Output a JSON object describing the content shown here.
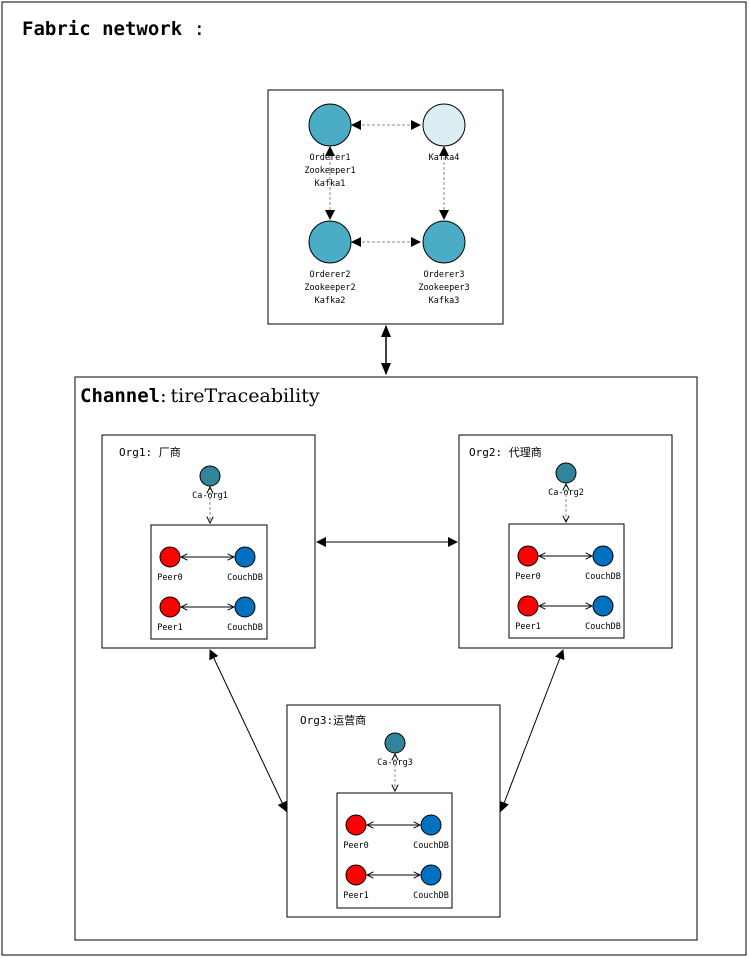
{
  "title": {
    "bold": "Fabric network",
    "suffix": " :"
  },
  "orderer_cluster": {
    "nodes": [
      {
        "lines": [
          "Orderer1",
          "Zookeeper1",
          "Kafka1"
        ],
        "color": "#4bacc6"
      },
      {
        "lines": [
          "Kafka4"
        ],
        "color": "#dbeef3"
      },
      {
        "lines": [
          "Orderer2",
          "Zookeeper2",
          "Kafka2"
        ],
        "color": "#4bacc6"
      },
      {
        "lines": [
          "Orderer3",
          "Zookeeper3",
          "Kafka3"
        ],
        "color": "#4bacc6"
      }
    ]
  },
  "channel": {
    "bold": "Channel",
    "separator": ":",
    "name": "tireTraceability"
  },
  "orgs": [
    {
      "label": "Org1: 厂商",
      "ca": "Ca-org1",
      "peers": [
        "Peer0",
        "Peer1"
      ],
      "dbs": [
        "CouchDB",
        "CouchDB"
      ]
    },
    {
      "label": "Org2: 代理商",
      "ca": "Ca-org2",
      "peers": [
        "Peer0",
        "Peer1"
      ],
      "dbs": [
        "CouchDB",
        "CouchDB"
      ]
    },
    {
      "label": "Org3:运营商",
      "ca": "Ca-org3",
      "peers": [
        "Peer0",
        "Peer1"
      ],
      "dbs": [
        "CouchDB",
        "CouchDB"
      ]
    }
  ],
  "colors": {
    "orderer": "#4bacc6",
    "kafka_light": "#dbeef3",
    "ca": "#31849b",
    "peer": "#ff0000",
    "couchdb": "#0070c0",
    "stroke": "#000000"
  }
}
